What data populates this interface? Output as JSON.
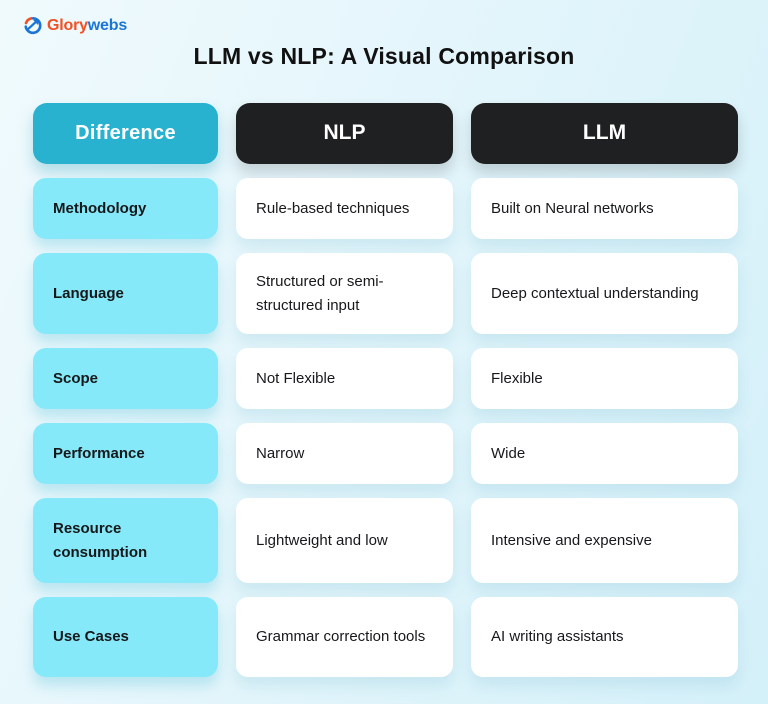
{
  "page": {
    "title": "LLM vs NLP: A Visual Comparison"
  },
  "logo": {
    "brand_part1": "Glory",
    "brand_part2": "webs",
    "icon": "glorywebs-logo-icon"
  },
  "colors": {
    "background_start": "#F0FAFD",
    "background_end": "#D4F0F9",
    "difference_header_bg": "#29B2D0",
    "dark_header_bg": "#1F2022",
    "label_cell_bg": "#86E9F9",
    "card_bg": "#FFFFFF",
    "header_text": "#FFFFFF",
    "title_text": "#111111",
    "body_text": "#16181A",
    "logo_orange": "#F05023",
    "logo_blue": "#1B75D6"
  },
  "table": {
    "headers": [
      {
        "label": "Difference"
      },
      {
        "label": "NLP"
      },
      {
        "label": "LLM"
      }
    ],
    "rows": [
      {
        "difference": "Methodology",
        "nlp": "Rule-based techniques",
        "llm": "Built on Neural networks"
      },
      {
        "difference": "Language",
        "nlp": "Structured or semi-structured input",
        "llm": "Deep contextual understanding"
      },
      {
        "difference": "Scope",
        "nlp": "Not Flexible",
        "llm": "Flexible"
      },
      {
        "difference": "Performance",
        "nlp": "Narrow",
        "llm": "Wide"
      },
      {
        "difference": "Resource consumption",
        "nlp": "Lightweight and low",
        "llm": "Intensive and expensive"
      },
      {
        "difference": "Use Cases",
        "nlp": "Grammar correction tools",
        "llm": "AI writing assistants"
      }
    ]
  }
}
